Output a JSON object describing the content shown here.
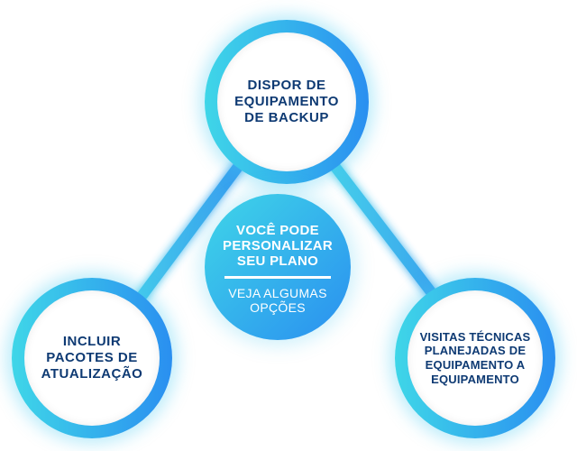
{
  "diagram": {
    "center": {
      "headline": "VOCÊ PODE PERSONALIZAR SEU PLANO",
      "subtitle": "VEJA ALGUMAS OPÇÕES"
    },
    "nodes": {
      "top": "DISPOR DE EQUIPAMENTO DE BACKUP",
      "left": "INCLUIR PACOTES DE ATUALIZAÇÃO",
      "right": "VISITAS TÉCNICAS PLANEJADAS DE EQUIPAMENTO A EQUIPAMENTO"
    },
    "colors": {
      "gradient_start": "#3fd6e8",
      "gradient_end": "#2a8ff0",
      "label_text": "#0e3a73",
      "center_text": "#ffffff"
    }
  }
}
